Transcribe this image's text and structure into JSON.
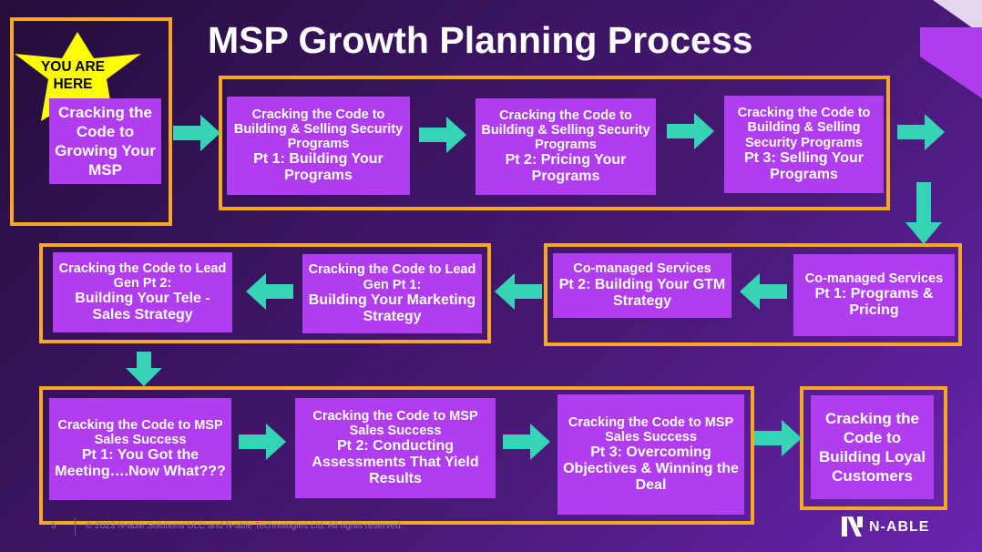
{
  "title": "MSP Growth Planning Process",
  "badge": {
    "line1": "YOU ARE",
    "line2": "HERE"
  },
  "steps": [
    {
      "l1": "",
      "l2": "Cracking the Code to Growing Your MSP"
    },
    {
      "l1": "Cracking the Code to Building & Selling Security Programs",
      "l2": "Pt 1: Building Your Programs"
    },
    {
      "l1": "Cracking the Code to Building & Selling Security Programs",
      "l2": "Pt 2: Pricing Your Programs"
    },
    {
      "l1": "Cracking the Code to Building & Selling Security Programs",
      "l2": "Pt 3: Selling Your Programs"
    },
    {
      "l1": "Co-managed Services",
      "l2": "Pt 1: Programs & Pricing"
    },
    {
      "l1": "Co-managed Services",
      "l2": "Pt 2: Building Your GTM Strategy"
    },
    {
      "l1": "Cracking the Code to Lead Gen Pt 1:",
      "l2": "Building Your Marketing Strategy"
    },
    {
      "l1": "Cracking the Code to Lead Gen Pt 2:",
      "l2": "Building Your Tele - Sales Strategy"
    },
    {
      "l1": "Cracking the Code to MSP Sales Success",
      "l2": "Pt 1: You Got the Meeting….Now What???"
    },
    {
      "l1": "Cracking the Code to MSP Sales Success",
      "l2": "Pt 2: Conducting Assessments That Yield Results"
    },
    {
      "l1": "Cracking the Code to MSP Sales Success",
      "l2": "Pt 3: Overcoming Objectives & Winning the Deal"
    },
    {
      "l1": "",
      "l2": "Cracking the Code to Building Loyal Customers"
    }
  ],
  "footer": {
    "page": "5",
    "copyright": "© 2023 N-able Solutions ULC and N-able Technologies Ltd. All rights reserved."
  },
  "logo": {
    "text": "N-ABLE"
  },
  "colors": {
    "box": "#b13df0",
    "frame": "#f7a722",
    "arrow": "#36d4b6",
    "badge": "#ffff00"
  }
}
